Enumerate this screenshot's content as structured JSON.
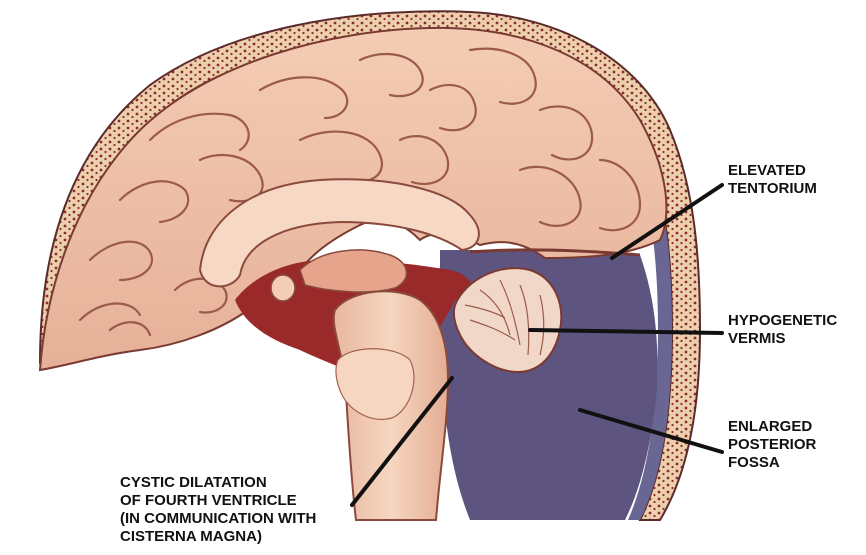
{
  "labels": {
    "elevated_tentorium": [
      "ELEVATED",
      "TENTORIUM"
    ],
    "hypogenetic_vermis": [
      "HYPOGENETIC",
      "VERMIS"
    ],
    "enlarged_posterior_fossa": [
      "ENLARGED",
      "POSTERIOR",
      "FOSSA"
    ],
    "cystic_dilatation": [
      "CYSTIC DILATATION",
      "OF FOURTH VENTRICLE",
      "(IN COMMUNICATION WITH",
      "CISTERNA MAGNA)"
    ]
  },
  "colors": {
    "skull_bone": "#e9c9a6",
    "skull_dots": "#8b2b2b",
    "brain": "#f1c4aa",
    "brain_shadow": "#d49a84",
    "sulci": "#9c5a4a",
    "cavity": "#9a2a2a",
    "posterior_fossa": "#5d5580",
    "brainstem": "#f3cdb4",
    "leader_line": "#111111"
  }
}
